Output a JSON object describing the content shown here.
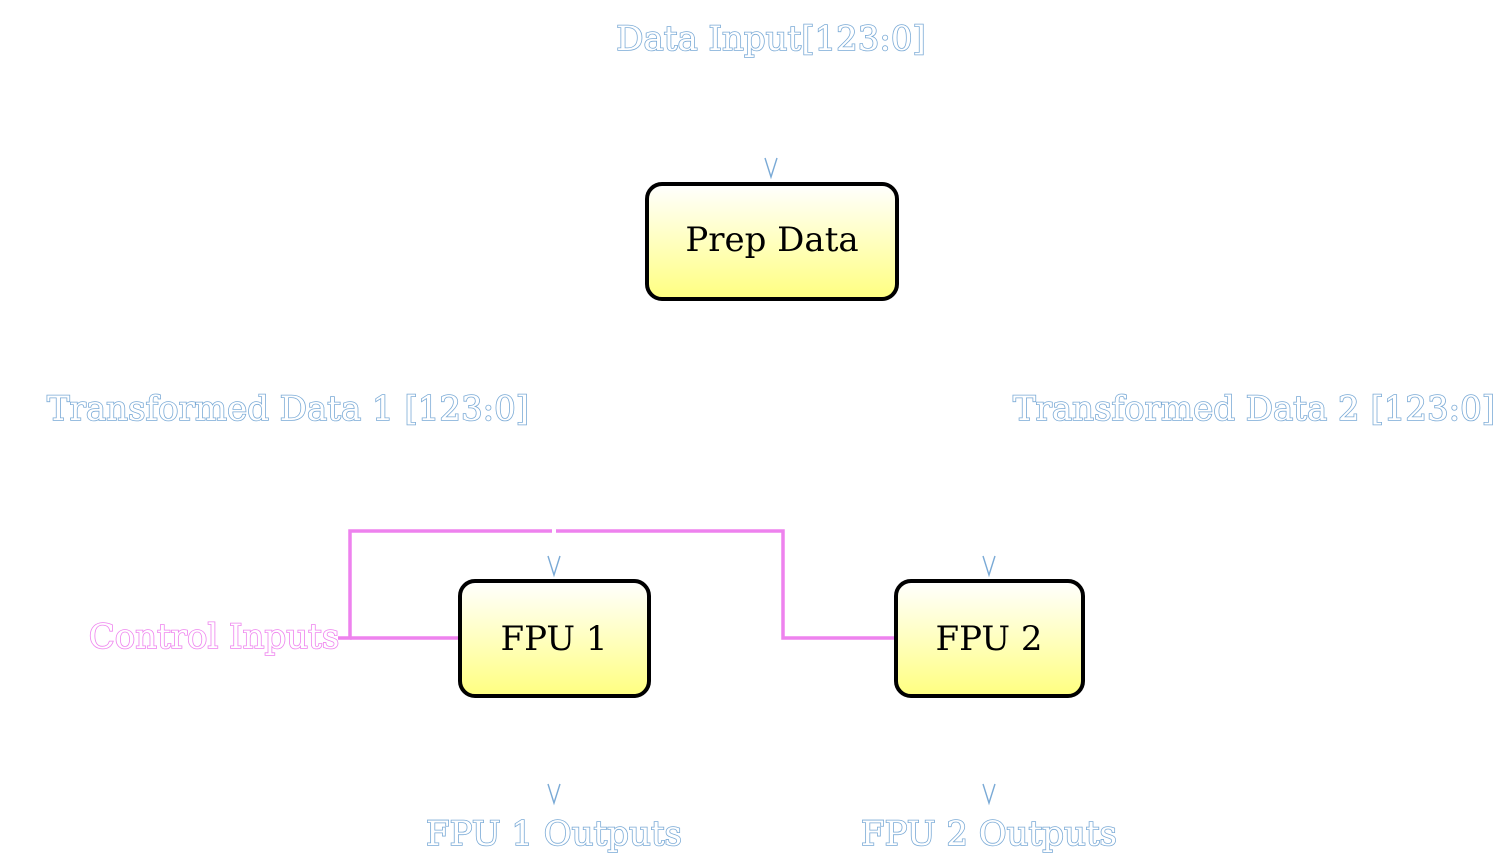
{
  "labels": {
    "data_input": "Data Input[123:0]",
    "transformed_1": "Transformed Data 1 [123:0]",
    "transformed_2": "Transformed Data 2 [123:0]",
    "control_inputs": "Control Inputs",
    "fpu1_outputs": "FPU 1 Outputs",
    "fpu2_outputs": "FPU 2 Outputs"
  },
  "nodes": {
    "prep": "Prep Data",
    "fpu1": "FPU 1",
    "fpu2": "FPU 2"
  },
  "colors": {
    "signal_label": "#7aaad6",
    "control": "#ee82ee",
    "box_fill_top": "#ffffff",
    "box_fill_bottom": "#ffff80",
    "box_border": "#000000"
  }
}
